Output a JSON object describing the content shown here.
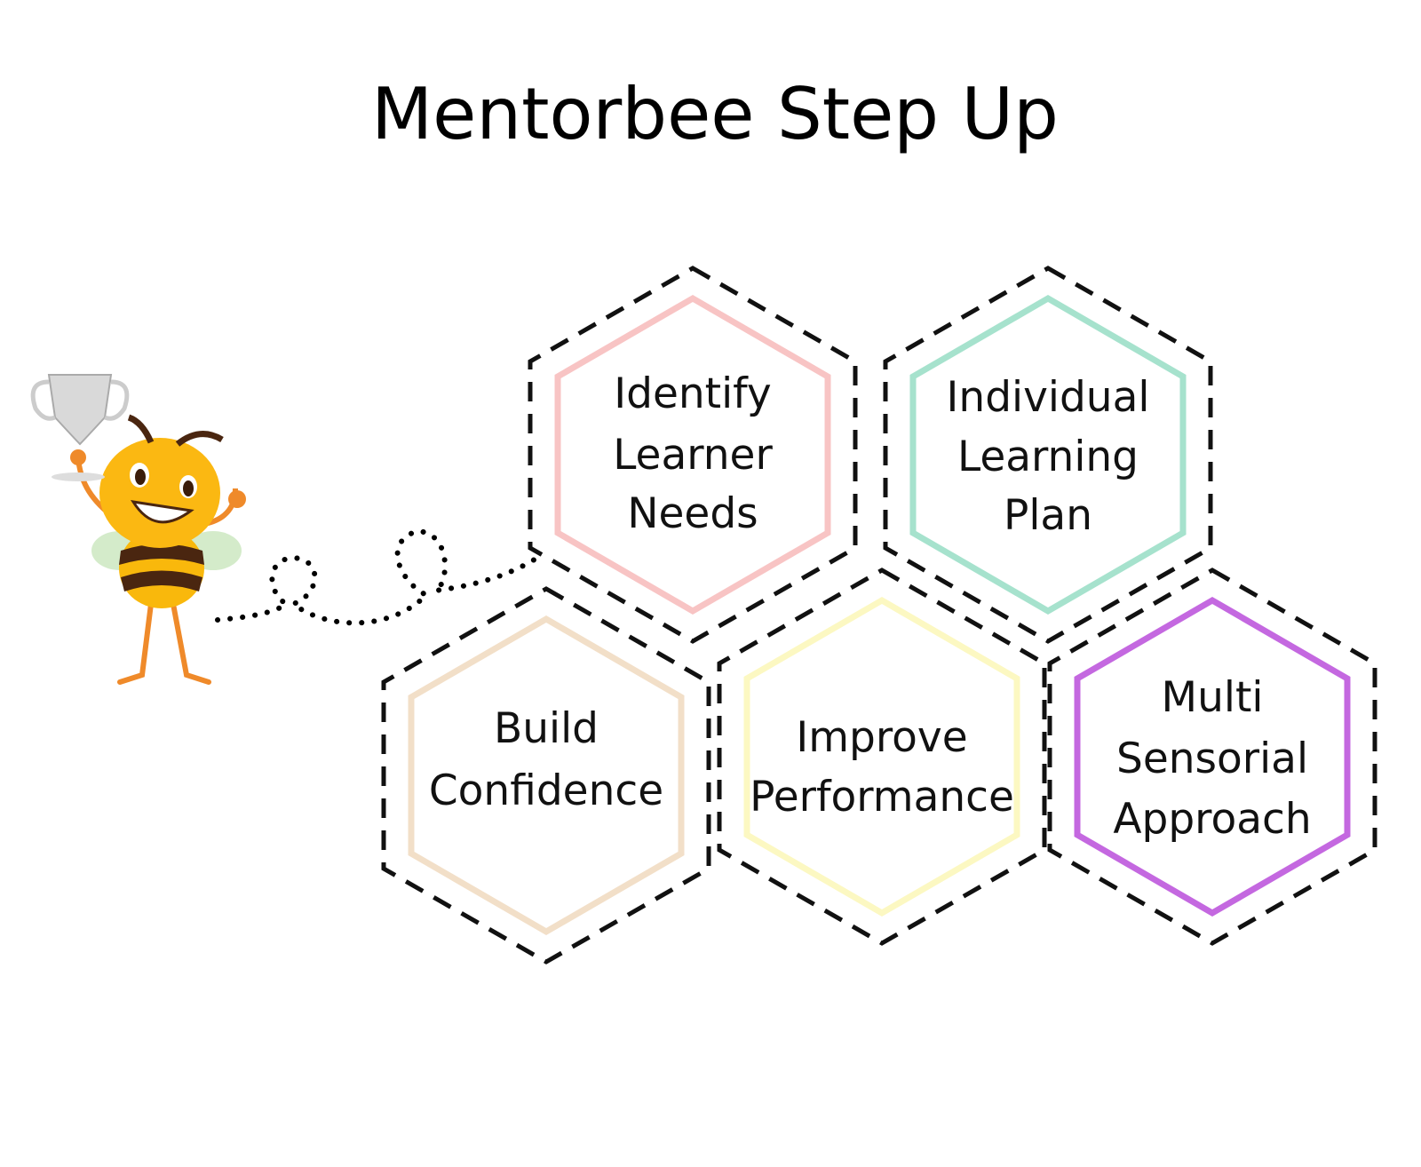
{
  "title": "Mentorbee Step Up",
  "hexagons": [
    {
      "id": "identify",
      "lines": [
        "Identify",
        "Learner",
        "Needs"
      ],
      "color": "#f8c4c4"
    },
    {
      "id": "plan",
      "lines": [
        "Individual",
        "Learning",
        "Plan"
      ],
      "color": "#a6e2cd"
    },
    {
      "id": "confidence",
      "lines": [
        "Build",
        "Confidence"
      ],
      "color": "#f2dfc8"
    },
    {
      "id": "performance",
      "lines": [
        "Improve",
        "Performance"
      ],
      "color": "#fcf8c2"
    },
    {
      "id": "sensorial",
      "lines": [
        "Multi",
        "Sensorial",
        "Approach"
      ],
      "color": "#c468e0"
    }
  ],
  "mascot": {
    "icon": "bee-with-trophy-icon"
  }
}
